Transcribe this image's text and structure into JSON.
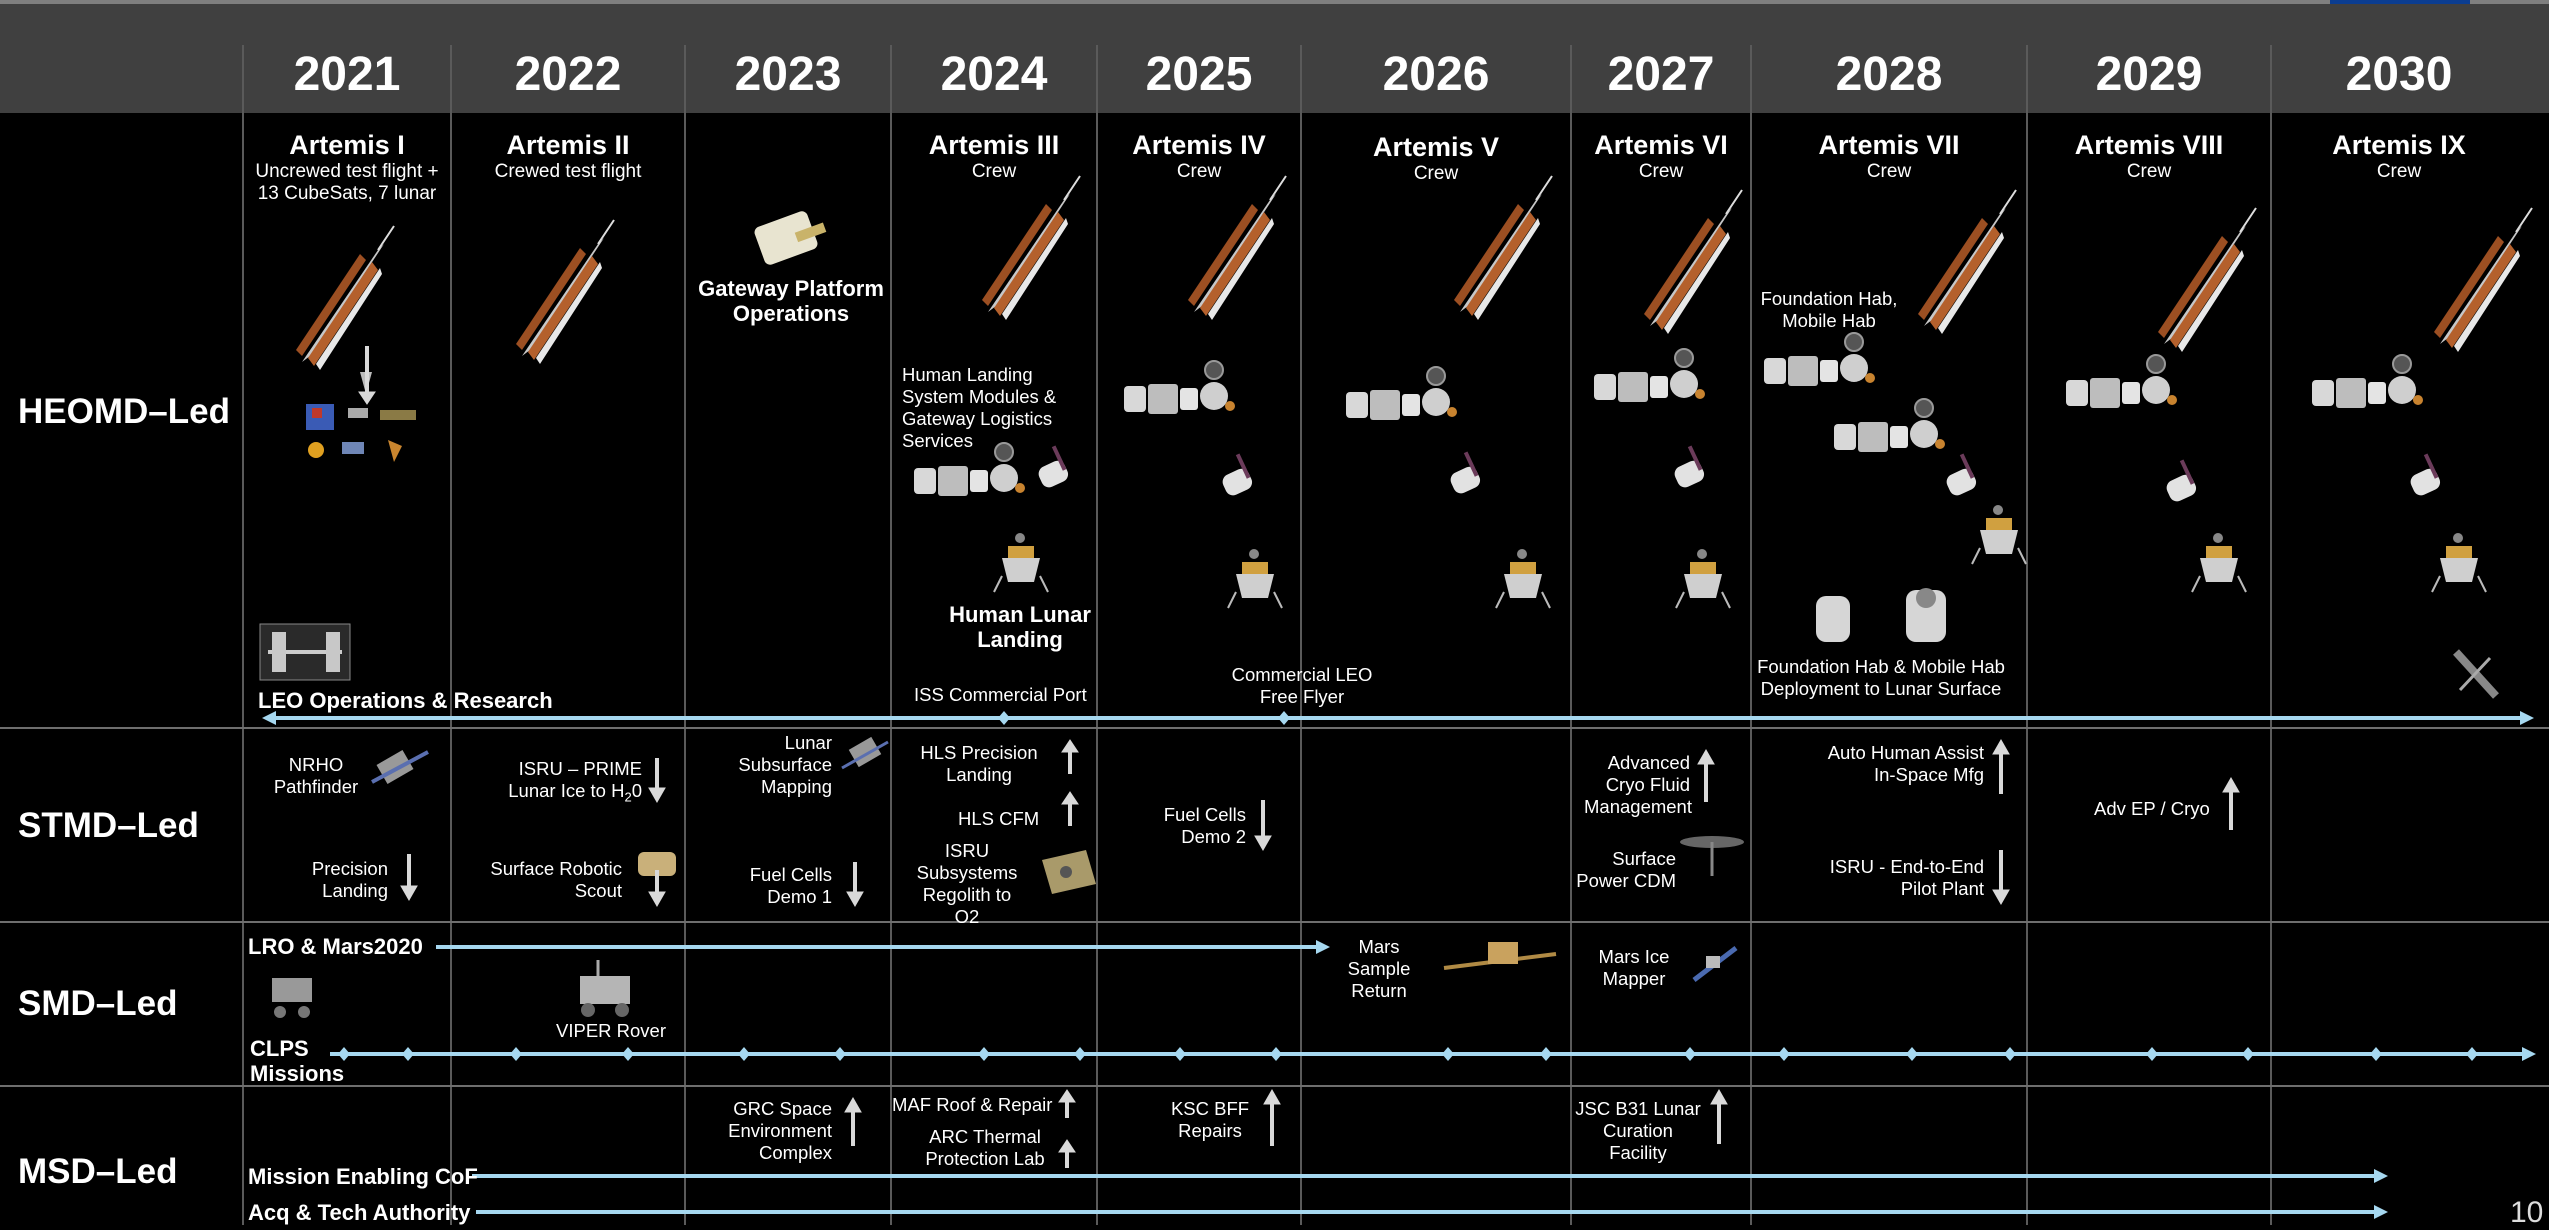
{
  "years": [
    "2021",
    "2022",
    "2023",
    "2024",
    "2025",
    "2026",
    "2027",
    "2028",
    "2029",
    "2030"
  ],
  "rows": {
    "heomd": "HEOMD–Led",
    "stmd": "STMD–Led",
    "smd": "SMD–Led",
    "msd": "MSD–Led"
  },
  "missions": [
    {
      "title": "Artemis I",
      "sub": "Uncrewed test flight +",
      "sub2": "13 CubeSats, 7 lunar"
    },
    {
      "title": "Artemis II",
      "sub": "Crewed test flight"
    },
    {
      "title": "Artemis III",
      "sub": "Crew"
    },
    {
      "title": "Artemis IV",
      "sub": "Crew"
    },
    {
      "title": "Artemis V",
      "sub": "Crew"
    },
    {
      "title": "Artemis VI",
      "sub": "Crew"
    },
    {
      "title": "Artemis VII",
      "sub": "Crew"
    },
    {
      "title": "Artemis VIII",
      "sub": "Crew"
    },
    {
      "title": "Artemis IX",
      "sub": "Crew"
    }
  ],
  "heomd": {
    "gateway": "Gateway Platform Operations",
    "hls_modules": "Human Landing System Modules & Gateway Logistics Services",
    "human_lunar_landing": "Human Lunar Landing",
    "foundation_hab": "Foundation Hab, Mobile Hab",
    "foundation_deploy": "Foundation Hab & Mobile Hab Deployment to Lunar Surface",
    "leo": "LEO Operations & Research",
    "iss_port": "ISS Commercial Port",
    "commercial_leo": "Commercial LEO Free Flyer"
  },
  "stmd": {
    "nrho": "NRHO Pathfinder",
    "precision_landing": "Precision Landing",
    "isru_prime": "ISRU – PRIME",
    "lunar_ice": "Lunar Ice to H",
    "lunar_ice_sub": "2",
    "lunar_ice_end": "0",
    "surface_scout": "Surface Robotic Scout",
    "lunar_subsurface": "Lunar Subsurface Mapping",
    "fuel_cells_1": "Fuel Cells Demo 1",
    "hls_precision": "HLS Precision Landing",
    "hls_cfm": "HLS CFM",
    "isru_subsystems": "ISRU Subsystems Regolith to O2",
    "fuel_cells_2": "Fuel Cells Demo 2",
    "advanced_cryo": "Advanced Cryo Fluid Management",
    "surface_power": "Surface Power CDM",
    "auto_human": "Auto Human Assist In-Space Mfg",
    "isru_e2e": "ISRU - End-to-End Pilot Plant",
    "adv_ep": "Adv EP / Cryo"
  },
  "smd": {
    "lro": "LRO & Mars2020",
    "mars_sample": "Mars Sample Return",
    "mars_ice": "Mars Ice Mapper",
    "viper": "VIPER Rover",
    "clps": "CLPS Missions"
  },
  "msd": {
    "grc": "GRC Space Environment Complex",
    "maf": "MAF Roof & Repair",
    "arc": "ARC Thermal Protection Lab",
    "ksc": "KSC BFF Repairs",
    "jsc": "JSC B31 Lunar Curation Facility",
    "mission_enabling": "Mission Enabling CoF",
    "acq_tech": "Acq & Tech Authority"
  },
  "page_number": "10",
  "colors": {
    "header": "#404040",
    "timeline": "#a6d8f0",
    "arrow": "#d9d9d9",
    "divider": "#6e6e6e"
  }
}
